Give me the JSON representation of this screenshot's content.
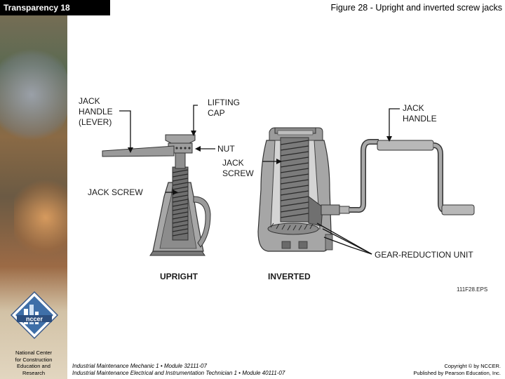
{
  "header": {
    "transparency": "Transparency 18",
    "title": "Figure 28 - Upright and inverted screw jacks"
  },
  "sidebar": {
    "logo_text": "nccer",
    "org_lines": [
      "National Center",
      "for Construction",
      "Education and",
      "Research"
    ]
  },
  "diagram": {
    "labels": {
      "jack_handle_lever": [
        "JACK",
        "HANDLE",
        "(LEVER)"
      ],
      "lifting_cap": [
        "LIFTING",
        "CAP"
      ],
      "nut": "NUT",
      "jack_screw_inverted": [
        "JACK",
        "SCREW"
      ],
      "jack_screw_upright": "JACK SCREW",
      "jack_handle": [
        "JACK",
        "HANDLE"
      ],
      "gear_reduction_unit": "GEAR-REDUCTION UNIT",
      "upright": "UPRIGHT",
      "inverted": "INVERTED"
    },
    "figure_code": "111F28.EPS"
  },
  "footer": {
    "course_line1": "Industrial Maintenance Mechanic 1 • Module 32111-07",
    "course_line2": "Industrial Maintenance Electrical and Instrumentation Technician 1 • Module 40111-07",
    "copyright_line1": "Copyright © by NCCER.",
    "copyright_line2": "Published by Pearson Education, Inc."
  },
  "colors": {
    "jack_body": "#8d8d8d",
    "jack_dark": "#555555",
    "jack_light": "#c9c9c9",
    "label_bar": "#000000"
  }
}
